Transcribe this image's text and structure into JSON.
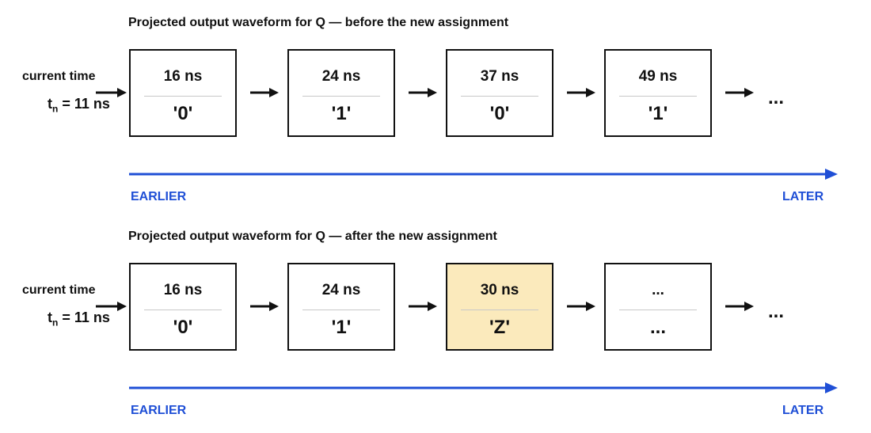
{
  "panels": [
    {
      "title": "Projected output waveform for Q — before the new assignment",
      "current_time_label": "current time",
      "tn_prefix": "t",
      "tn_sub": "n",
      "tn_suffix": " = 11 ns",
      "boxes": [
        {
          "time": "16 ns",
          "value": "'0'",
          "highlighted": false
        },
        {
          "time": "24 ns",
          "value": "'1'",
          "highlighted": false
        },
        {
          "time": "37 ns",
          "value": "'0'",
          "highlighted": false
        },
        {
          "time": "49 ns",
          "value": "'1'",
          "highlighted": false
        }
      ],
      "tail": "...",
      "earlier_label": "EARLIER",
      "later_label": "LATER"
    },
    {
      "title": "Projected output waveform for Q — after the new assignment",
      "current_time_label": "current time",
      "tn_prefix": "t",
      "tn_sub": "n",
      "tn_suffix": " = 11 ns",
      "boxes": [
        {
          "time": "16 ns",
          "value": "'0'",
          "highlighted": false
        },
        {
          "time": "24 ns",
          "value": "'1'",
          "highlighted": false
        },
        {
          "time": "30 ns",
          "value": "'Z'",
          "highlighted": true
        },
        {
          "time": "...",
          "value": "...",
          "highlighted": false
        }
      ],
      "tail": "...",
      "earlier_label": "EARLIER",
      "later_label": "LATER"
    }
  ],
  "colors": {
    "highlight": "#fbeabc",
    "timeline": "#1f4fd6",
    "border": "#111111"
  }
}
